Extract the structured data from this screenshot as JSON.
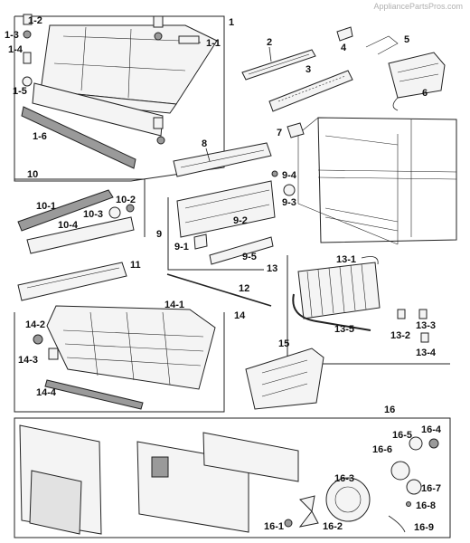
{
  "watermark": "AppliancePartsPros.com",
  "labels": {
    "p1": "1",
    "p1_1": "1-1",
    "p1_2": "1-2",
    "p1_3": "1-3",
    "p1_4": "1-4",
    "p1_5": "1-5",
    "p1_6": "1-6",
    "p2": "2",
    "p3": "3",
    "p4": "4",
    "p5": "5",
    "p6": "6",
    "p7": "7",
    "p8": "8",
    "p9": "9",
    "p9_1": "9-1",
    "p9_2": "9-2",
    "p9_3": "9-3",
    "p9_4": "9-4",
    "p9_5": "9-5",
    "p10": "10",
    "p10_1": "10-1",
    "p10_2": "10-2",
    "p10_3": "10-3",
    "p10_4": "10-4",
    "p11": "11",
    "p12": "12",
    "p13": "13",
    "p13_1": "13-1",
    "p13_2": "13-2",
    "p13_3": "13-3",
    "p13_4": "13-4",
    "p13_5": "13-5",
    "p14": "14",
    "p14_1": "14-1",
    "p14_2": "14-2",
    "p14_3": "14-3",
    "p14_4": "14-4",
    "p15": "15",
    "p16": "16",
    "p16_1": "16-1",
    "p16_2": "16-2",
    "p16_3": "16-3",
    "p16_4": "16-4",
    "p16_5": "16-5",
    "p16_6": "16-6",
    "p16_7": "16-7",
    "p16_8": "16-8",
    "p16_9": "16-9"
  }
}
